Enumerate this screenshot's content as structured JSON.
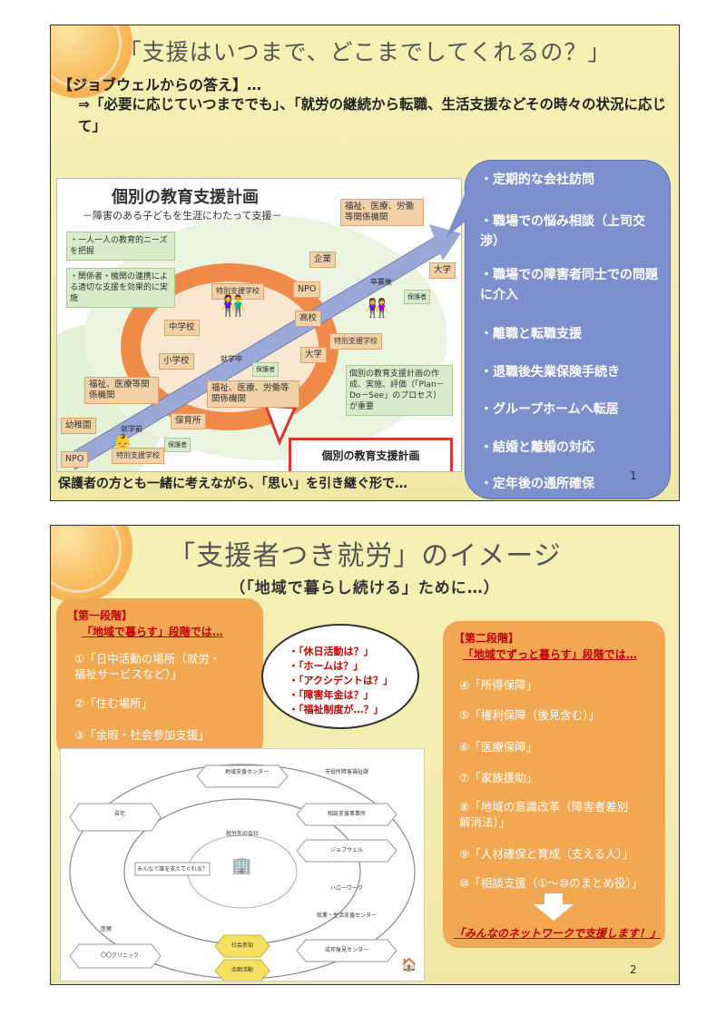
{
  "slide1": {
    "title": "「支援はいつまで、どこまでしてくれるの？」",
    "answer_head": "【ジョブウェルからの答え】…",
    "answer_body": "⇒「必要に応じていつまででも」、「就労の継続から転職、生活支援などその時々の状況に応じて」",
    "plan": {
      "title": "個別の教育支援計画",
      "subtitle": "－障害のある子どもを生涯にわたって支援－",
      "note1": "・一人一人の教育的ニーズを把握",
      "note2": "・関係者・機関の連携による適切な支援を効果的に実施",
      "note3": "個別の教育支援計画の作成、実施、評価（「Plan－Do－See」のプロセス）が重要",
      "welfare_top": "福祉、医療、労働等関係機関",
      "company": "企業",
      "npo_top": "NPO",
      "university_top": "大学",
      "graduate": "卒業後",
      "guardian": "保護者",
      "special_school_1": "特別支援学校",
      "junior_high": "中学校",
      "high_school": "高校",
      "special_school_2": "特別支援学校",
      "elementary": "小学校",
      "university_mid": "大学",
      "welfare_left": "福祉、医療等関係機関",
      "welfare_mid": "福祉、医療、労働等関係機関",
      "in_school": "就学中",
      "kindergarten": "幼稚園",
      "preschool": "就学前",
      "nursery": "保育所",
      "npo_bottom": "NPO",
      "special_school_3": "特別支援学校",
      "bottom_label": "個別の教育支援計画"
    },
    "support_items": [
      "・定期的な会社訪問",
      "・職場での悩み相談（上司交渉）",
      "・職場での障害者同士での問題に介入",
      "・離職と転職支援",
      "・退職後失業保険手続き",
      "・グループホームへ転居",
      "・結婚と離婚の対応",
      "・定年後の通所確保"
    ],
    "footer": "保護者の方とも一緒に考えながら、「思い」を引き継ぐ形で…",
    "page": "1"
  },
  "slide2": {
    "title": "「支援者つき就労」のイメージ",
    "subtitle": "（「地域で暮らし続ける」ために…）",
    "stage1": {
      "head": "【第一段階】",
      "lead": "「地域で暮らす」段階では…",
      "items": [
        "①「日中活動の場所（就労・福祉サービスなど）」",
        "②「住む場所」",
        "③「余暇・社会参加支援」"
      ]
    },
    "questions": [
      "・「休日活動は？」",
      "・「ホームは？」",
      "・「アクシデントは？」",
      "・「障害年金は？」",
      "・「福祉制度が…？」"
    ],
    "stage2": {
      "head": "【第二段階】",
      "lead": "「地域でずっと暮らす」段階では…",
      "items": [
        "④「所得保障」",
        "⑤「権利保障（後見含む）」",
        "⑥「医療保障」",
        "⑦「家族援助」",
        "⑧「地域の意識改革（障害者差別解消法）」",
        "⑨「人材確保と育成（支える人）」",
        "⑩「相談支援（①～⑩のまとめ役）」"
      ],
      "closing": "「みんなのネットワークで支援します！」"
    },
    "network": {
      "center_q": "みんなで誰を支えてくれる？",
      "job_center": "地域支援センター",
      "ward_office": "市役所障害福祉課",
      "job_well": "ジョブウェル",
      "hello_work": "ハローワーク",
      "employer": "就労先の会社",
      "home": "自宅",
      "clinic": "〇〇クリニック",
      "medical": "医療",
      "consult": "相談支援事業所",
      "life_center": "就業・生活支援センター",
      "adult_center": "成年後見センター",
      "leisure": "余暇活動",
      "social": "社会参加"
    },
    "page": "2"
  },
  "colors": {
    "slide_bg": "#f3ecb0",
    "accent_orange": "#f2a752",
    "bubble_blue": "#7b90cd",
    "alert_red": "#c00000"
  }
}
